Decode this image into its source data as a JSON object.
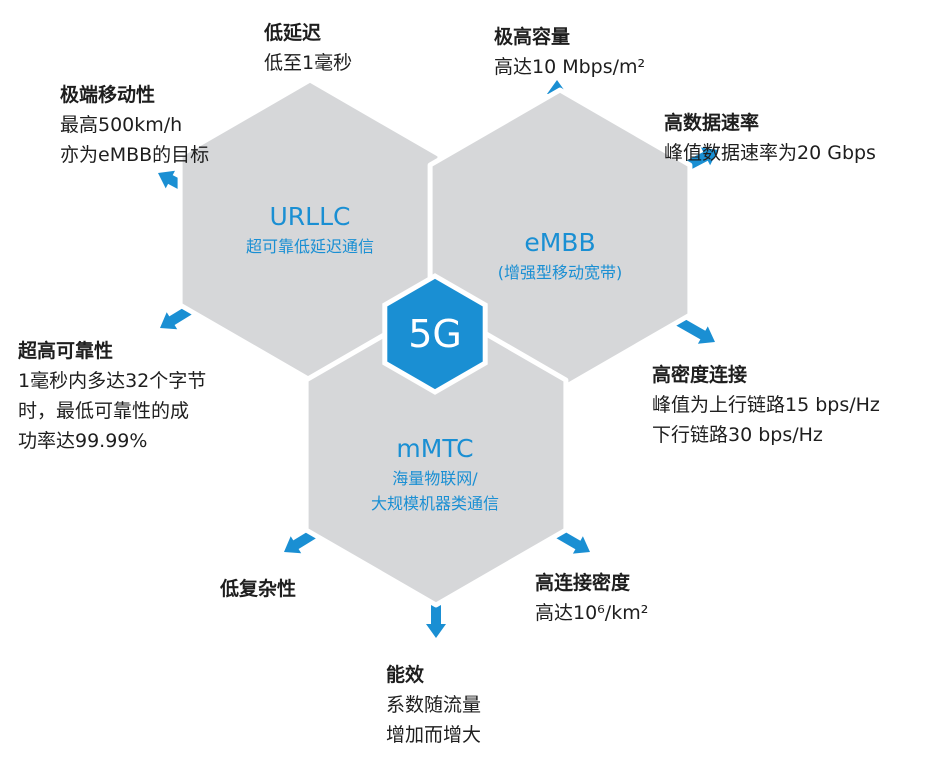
{
  "center": "5G",
  "hexes": {
    "urllc": {
      "name": "URLLC",
      "sub": [
        "超可靠低延迟通信"
      ]
    },
    "embb": {
      "name": "eMBB",
      "sub": [
        "(增强型移动宽带)"
      ]
    },
    "mmtc": {
      "name": "mMTC",
      "sub": [
        "海量物联网/",
        "大规模机器类通信"
      ]
    }
  },
  "features": {
    "low_latency": {
      "title": "低延迟",
      "desc": [
        "低至1毫秒"
      ]
    },
    "high_capacity": {
      "title": "极高容量",
      "desc": [
        "高达10 Mbps/m²"
      ]
    },
    "extreme_mobility": {
      "title": "极端移动性",
      "desc": [
        "最高500km/h",
        "亦为eMBB的目标"
      ]
    },
    "high_data_rate": {
      "title": "高数据速率",
      "desc": [
        "峰值数据速率为20 Gbps"
      ]
    },
    "ultra_reliability": {
      "title": "超高可靠性",
      "desc": [
        "1毫秒内多达32个字节",
        "时，最低可靠性的成",
        "功率达99.99%"
      ]
    },
    "high_density": {
      "title": "高密度连接",
      "desc": [
        "峰值为上行链路15 bps/Hz",
        "下行链路30 bps/Hz"
      ]
    },
    "low_complexity": {
      "title": "低复杂性",
      "desc": []
    },
    "high_conn_density": {
      "title": "高连接密度",
      "desc": [
        "高达10⁶/km²"
      ]
    },
    "energy_efficiency": {
      "title": "能效",
      "desc": [
        "系数随流量",
        "增加而增大"
      ]
    }
  },
  "colors": {
    "hex_fill": "#d6d7d9",
    "hex_stroke": "#ffffff",
    "accent": "#1a8fd3",
    "text": "#1e1e1e"
  }
}
